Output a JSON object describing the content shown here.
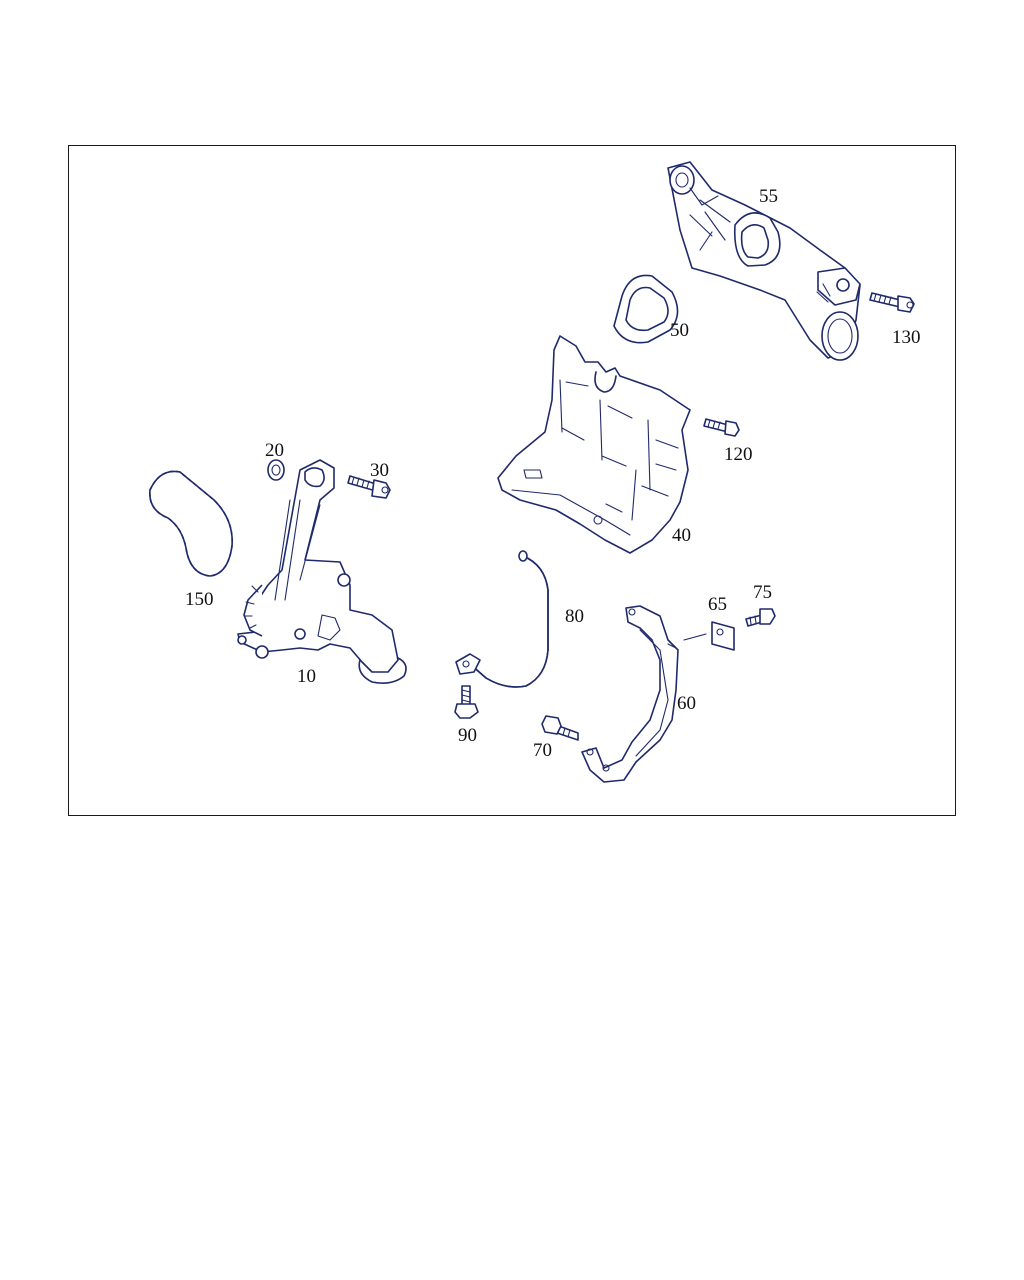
{
  "diagram": {
    "callouts": {
      "p10": "10",
      "p20": "20",
      "p30": "30",
      "p40": "40",
      "p50": "50",
      "p55": "55",
      "p60": "60",
      "p65": "65",
      "p70": "70",
      "p75": "75",
      "p80": "80",
      "p90": "90",
      "p120": "120",
      "p130": "130",
      "p150": "150"
    }
  }
}
